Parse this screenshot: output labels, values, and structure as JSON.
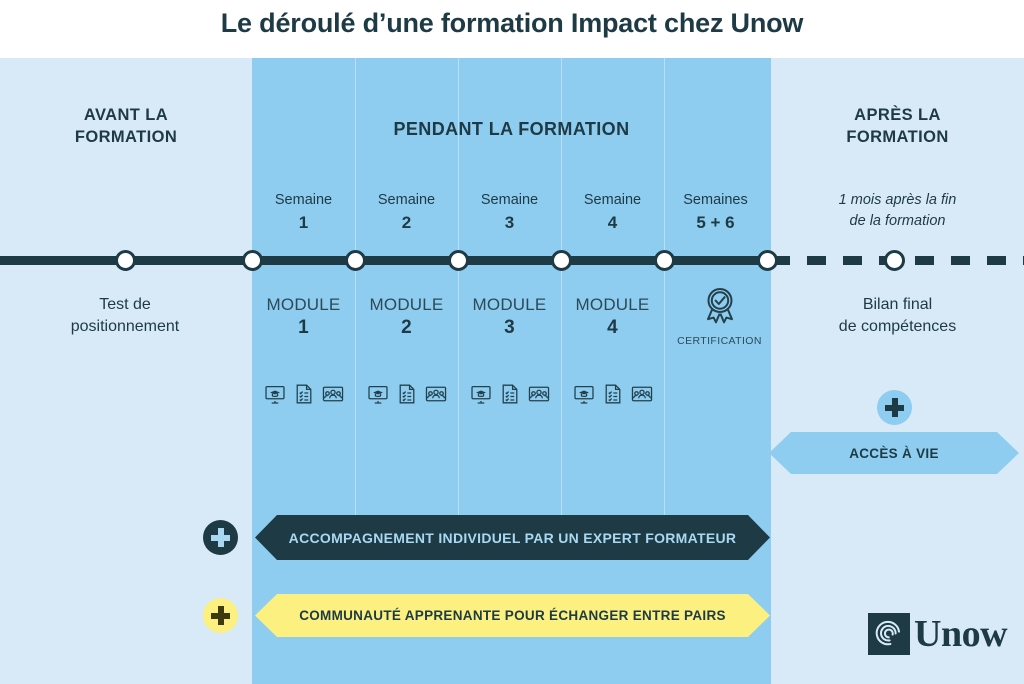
{
  "title": "Le déroulé d’une formation Impact chez Unow",
  "sections": {
    "before": "AVANT LA\nFORMATION",
    "during": "PENDANT LA FORMATION",
    "after": "APRÈS LA\nFORMATION"
  },
  "before": {
    "milestone_label": "Test de\npositionnement"
  },
  "after": {
    "note": "1 mois après la fin\nde la formation",
    "milestone_label": "Bilan final\nde compétences",
    "perk_label": "ACCÈS À VIE",
    "plus_icon": "plus-icon"
  },
  "weeks": [
    {
      "label": "Semaine",
      "number": "1"
    },
    {
      "label": "Semaine",
      "number": "2"
    },
    {
      "label": "Semaine",
      "number": "3"
    },
    {
      "label": "Semaine",
      "number": "4"
    },
    {
      "label": "Semaines",
      "number": "5 + 6"
    }
  ],
  "modules": [
    {
      "label": "MODULE",
      "number": "1"
    },
    {
      "label": "MODULE",
      "number": "2"
    },
    {
      "label": "MODULE",
      "number": "3"
    },
    {
      "label": "MODULE",
      "number": "4"
    }
  ],
  "module_icons": [
    "elearning-monitor-icon",
    "checklist-document-icon",
    "webinar-group-icon"
  ],
  "certification": {
    "label": "CERTIFICATION",
    "icon": "award-badge-check-icon"
  },
  "banners": [
    {
      "text": "ACCOMPAGNEMENT INDIVIDUEL PAR UN EXPERT FORMATEUR",
      "plus_icon": "plus-icon"
    },
    {
      "text": "COMMUNAUTÉ APPRENANTE POUR ÉCHANGER ENTRE PAIRS",
      "plus_icon": "plus-icon"
    }
  ],
  "logo": {
    "word": "Unow",
    "mark": "unow-spiral-icon"
  },
  "colors": {
    "dark_navy": "#1d3a45",
    "panel_light_blue": "#d8eaf8",
    "panel_mid_blue": "#8ecdf0",
    "accent_yellow": "#fbf080",
    "banner_text_blue": "#a9d9f2"
  }
}
